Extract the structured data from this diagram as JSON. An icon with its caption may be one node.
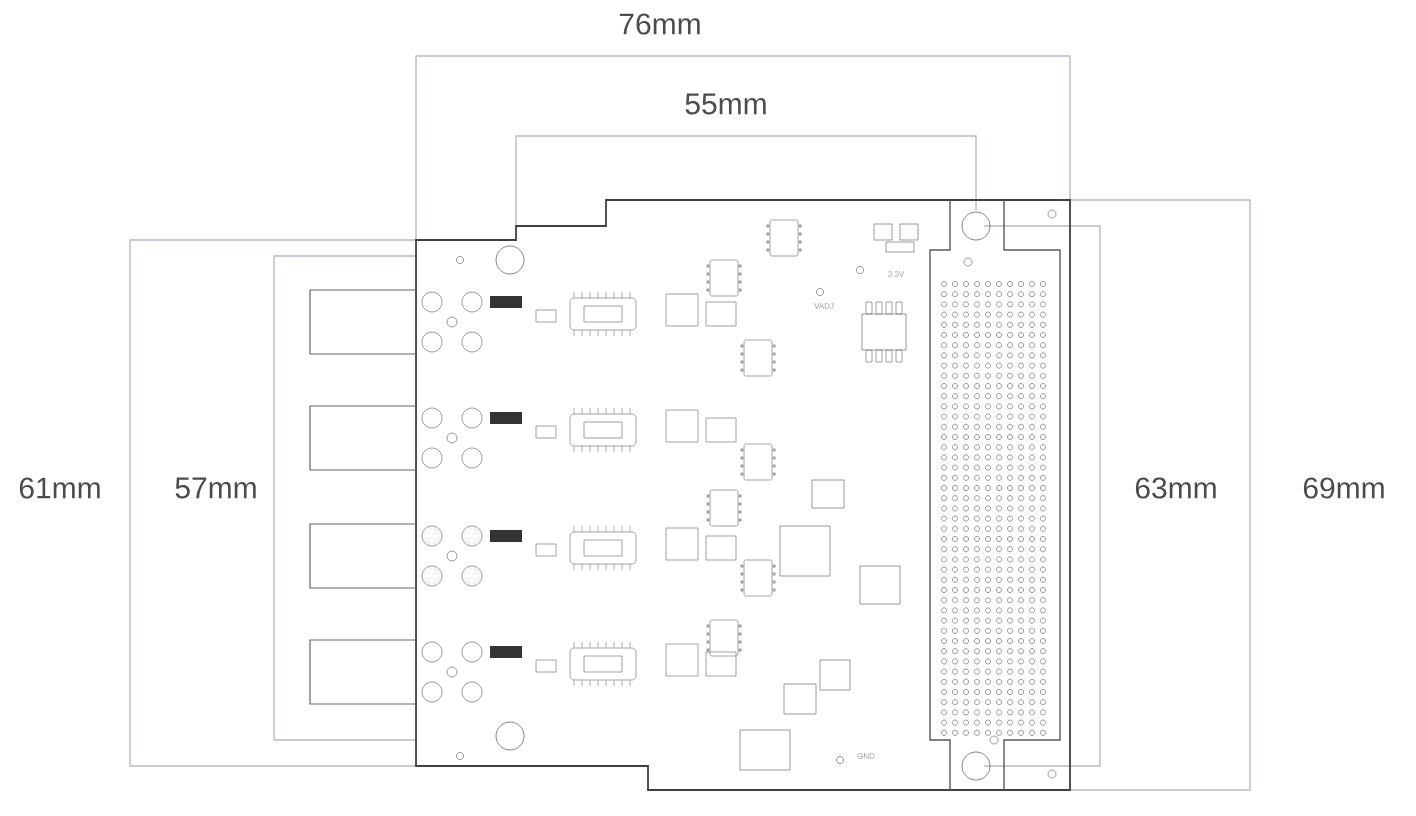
{
  "diagram": {
    "labels": [
      "76mm",
      "55mm",
      "61mm",
      "57mm",
      "63mm",
      "69mm",
      "VADJ",
      "3.3V",
      "GND"
    ]
  }
}
